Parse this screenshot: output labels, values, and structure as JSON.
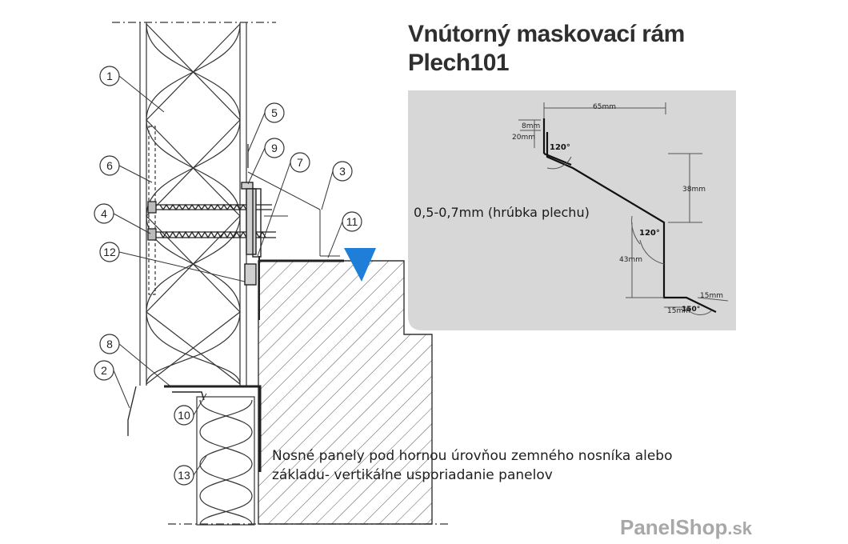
{
  "header": {
    "title_line1": "Vnútorný maskovací rám",
    "title_line2": "Plech101"
  },
  "profile": {
    "thickness_note": "0,5-0,7mm (hrúbka plechu)",
    "dims": {
      "top_width": "65mm",
      "lip_small": "8mm",
      "lip_height": "20mm",
      "drop_upper": "38mm",
      "drop_lower": "43mm",
      "foot_right": "15mm",
      "foot_left": "15mm"
    },
    "angles": {
      "upper": "120°",
      "middle": "120°",
      "lower": "150°"
    },
    "panel_color": "#d7d7d7"
  },
  "detail": {
    "callouts": [
      "1",
      "2",
      "3",
      "4",
      "5",
      "6",
      "7",
      "8",
      "9",
      "10",
      "11",
      "12",
      "13"
    ],
    "marker_color": "#1f7fd8"
  },
  "caption": {
    "line1": "Nosné panely pod hornou úrovňou zemného nosníka alebo",
    "line2": "základu- vertikálne usporiadanie panelov"
  },
  "brand": {
    "name": "PanelShop",
    "suffix": ".sk"
  }
}
